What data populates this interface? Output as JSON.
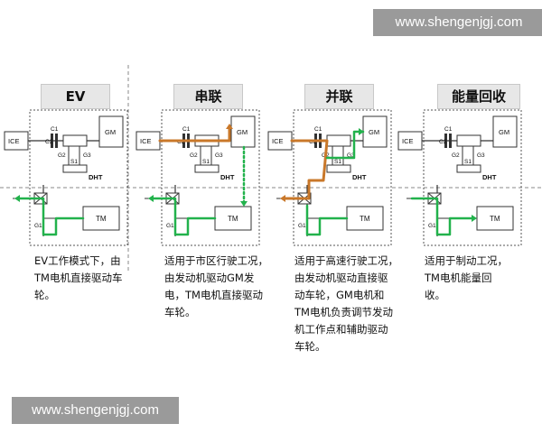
{
  "watermarks": {
    "top": "www.shengenjgj.com",
    "bottom": "www.shengenjgj.com"
  },
  "modes": [
    {
      "title": "EV",
      "description": [
        "EV工作模式下，由",
        "TM电机直接驱动车轮。"
      ]
    },
    {
      "title": "串联",
      "description": [
        "适用于市区行驶工况，",
        "由发动机驱动GM发",
        "电，TM电机直接驱动",
        "车轮。"
      ]
    },
    {
      "title": "并联",
      "description": [
        "适用于高速行驶工况，",
        "由发动机驱动直接驱",
        "动车轮，GM电机和",
        "TM电机负责调节发动",
        "机工作点和辅助驱动",
        "车轮。"
      ]
    },
    {
      "title": "能量回收",
      "description": [
        "适用于制动工况，",
        "TM电机能量回",
        "收。"
      ]
    }
  ],
  "labels": {
    "ice": "ICE",
    "gm": "GM",
    "tm": "TM",
    "dht": "DHT",
    "c1": "C1",
    "c2": "C2",
    "g2": "G2",
    "g3": "G3",
    "s1": "S1",
    "g1": "G1"
  },
  "colors": {
    "green_flow": "#22b24c",
    "orange_flow": "#c9782a",
    "box_dash": "#555555"
  }
}
